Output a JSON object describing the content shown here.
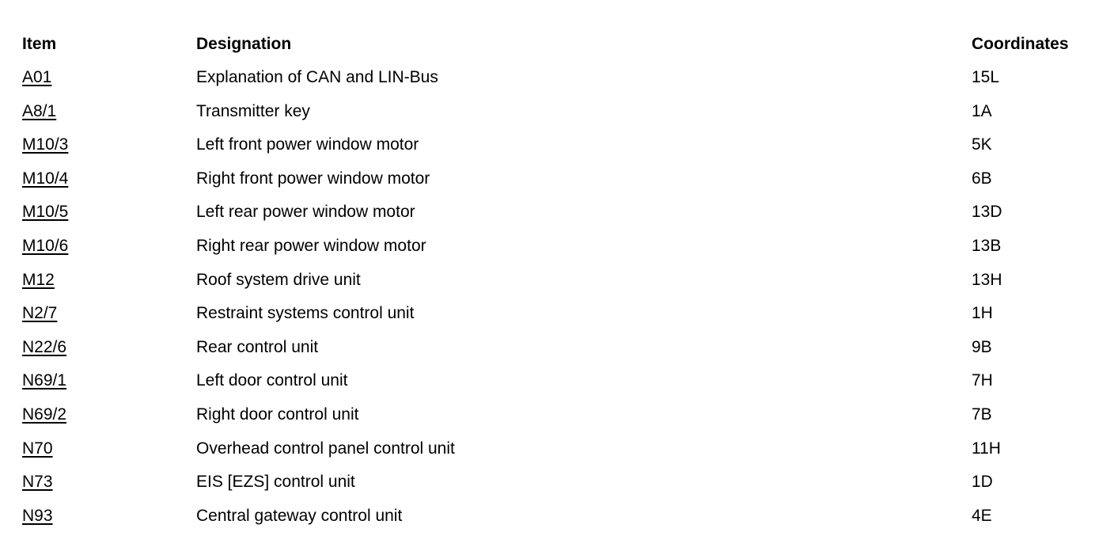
{
  "document": {
    "background_color": "#ffffff",
    "text_color": "#000000"
  },
  "table": {
    "columns": [
      {
        "key": "item",
        "label": "Item"
      },
      {
        "key": "designation",
        "label": "Designation"
      },
      {
        "key": "coordinates",
        "label": "Coordinates"
      }
    ],
    "rows": [
      {
        "item": "A01",
        "designation": "Explanation of CAN and LIN-Bus",
        "coordinates": "15L"
      },
      {
        "item": "A8/1",
        "designation": "Transmitter key",
        "coordinates": "1A"
      },
      {
        "item": "M10/3",
        "designation": "Left front power window motor",
        "coordinates": "5K"
      },
      {
        "item": "M10/4",
        "designation": "Right front power window motor",
        "coordinates": "6B"
      },
      {
        "item": "M10/5",
        "designation": "Left rear power window motor",
        "coordinates": "13D"
      },
      {
        "item": "M10/6",
        "designation": "Right rear power window motor",
        "coordinates": "13B"
      },
      {
        "item": "M12",
        "designation": "Roof system drive unit",
        "coordinates": "13H"
      },
      {
        "item": "N2/7",
        "designation": "Restraint systems control unit",
        "coordinates": "1H"
      },
      {
        "item": "N22/6",
        "designation": "Rear control unit",
        "coordinates": "9B"
      },
      {
        "item": "N69/1",
        "designation": "Left door control unit",
        "coordinates": "7H"
      },
      {
        "item": "N69/2",
        "designation": "Right door control unit",
        "coordinates": "7B"
      },
      {
        "item": "N70",
        "designation": "Overhead control panel control unit",
        "coordinates": "11H"
      },
      {
        "item": "N73",
        "designation": "EIS [EZS] control unit",
        "coordinates": "1D"
      },
      {
        "item": "N93",
        "designation": "Central gateway control unit",
        "coordinates": "4E"
      }
    ]
  }
}
